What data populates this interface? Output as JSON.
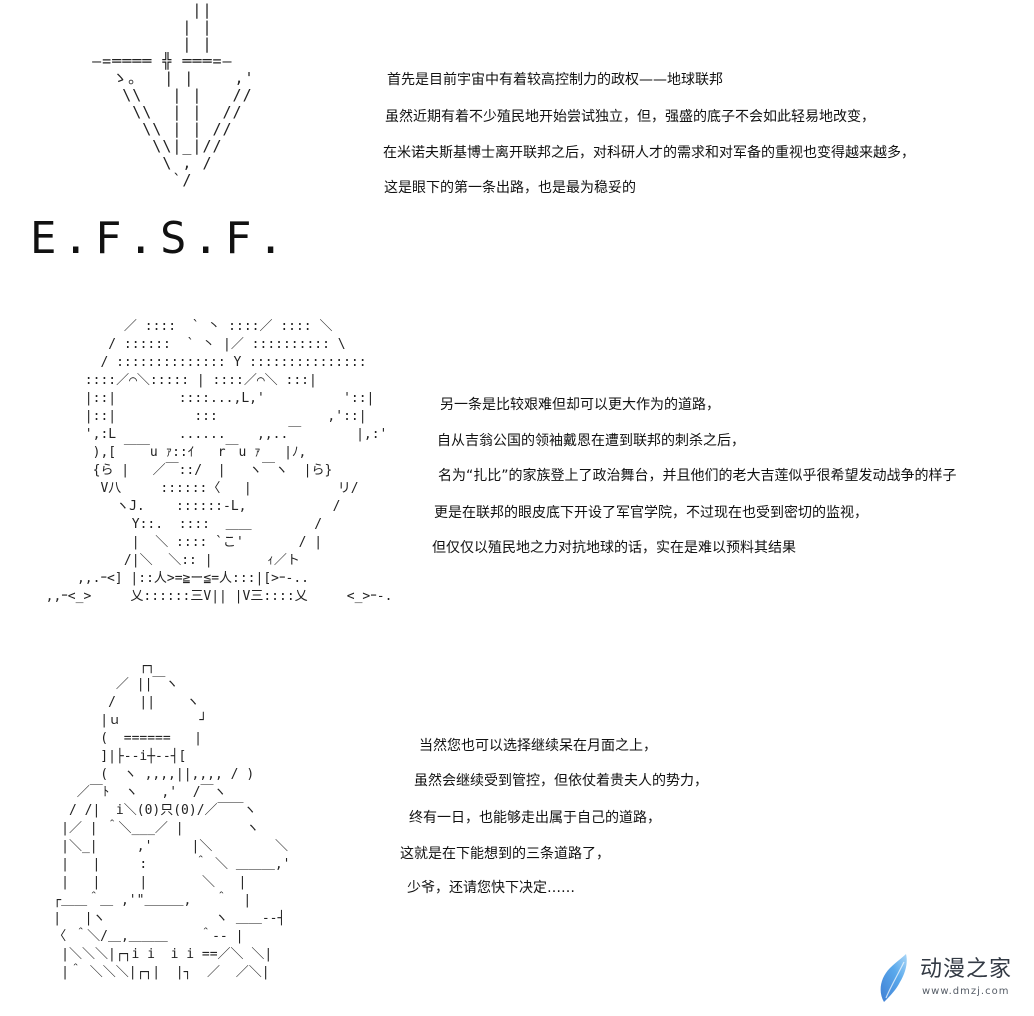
{
  "panel1": {
    "logo_text": "E.F.S.F.",
    "ascii_art": "              ||\n             | |\n             | |\n    —=════ ╬ ═══=—\n      ゝ。  | |    ,'\n       \\\\   | |   //\n        \\\\  | |  //\n         \\\\ | | //\n          \\\\|_|//\n           \\ , /\n            `/",
    "lines": [
      "首先是目前宇宙中有着较高控制力的政权——地球联邦",
      "虽然近期有着不少殖民地开始尝试独立，但，强盛的底子不会如此轻易地改变，",
      "在米诺夫斯基博士离开联邦之后，对科研人才的需求和对军备的重视也变得越来越多，",
      "这是眼下的第一条出路，也是最为稳妥的"
    ]
  },
  "panel2": {
    "ascii_art": "            ／ ::::  ` 丶 ::::／ :::: ＼\n          / ::::::  ` 丶 |／ :::::::::: \\\n         / :::::::::::::: Y :::::::::::::::\n       ::::／⌒＼::::: | ::::／⌒＼ :::|\n       |::|        ::::...,L,'          '::|\n       |::|          :::              ,'::|\n       ',:L        ......    ,,..￣       |,:'\n        ),[ ￣￣u ｧ::ｲ   r￣u ｧ   |ﾉ,\n        {ら |   ／￣::/  |   ヽ￣ヽ  |ら}\n         V八     ::::::〈   |           リ/\n           ヽJ.    ::::::-L,           /\n             Y::.  ::::  ＿＿        /\n             |  ＼ :::: `こ'       / |\n            /|＼  ＼:: |       ｨ／ト\n      ,,.ｰ<] |::人>=≧ー≦=人:::|[>ｰ-..\n  ,,ｰ<_>     乂::::::三V|| |V三::::乂     <_>ｰ-.",
    "lines": [
      "另一条是比较艰难但却可以更大作为的道路，",
      "自从吉翁公国的领袖戴恩在遭到联邦的刺杀之后，",
      "名为“扎比”的家族登上了政治舞台，并且他们的老大吉莲似乎很希望发动战争的样子",
      "更是在联邦的眼皮底下开设了军官学院，不过现在也受到密切的监视，",
      "但仅仅以殖民地之力对抗地球的话，实在是难以预料其结果"
    ]
  },
  "panel3": {
    "ascii_art": "               ┌┐\n            ／ ||￣ヽ\n           /   ||    ヽ\n          |ｕ          ┘\n          (  ======   |\n          ]|├--i┼--┤[\n          (  ヽ ,,,,||,,,, / )\n       ／￣ﾄ  ヽ   ,'  /￣ヽ\n      / /|  i＼(0)只(0)/／￣￣ヽ\n     |／ | ＾＼___／ |        ヽ\n     |＼_|     ,'     |＼        ＼\n     |   |     :      ＾ ＼ ＿＿＿,'\n     |   |     |       ＼   |\n    ┌＿＿＾＿ ,'\"＿＿＿,   ＾  |\n    |   |ヽ              ヽ ＿＿--┤\n    〈 ＾＼/＿,＿＿＿    ＾-- |\n     |＼＼＼|┌┐i i  i i ==／＼ ＼|\n     |＾ ＼＼＼|┌┐|  |┐  ／  ／＼|",
    "lines": [
      "当然您也可以选择继续呆在月面之上，",
      "虽然会继续受到管控，但依仗着贵夫人的势力，",
      "终有一日，也能够走出属于自己的道路，",
      "这就是在下能想到的三条道路了，",
      "少爷，还请您快下决定……"
    ]
  },
  "watermark": {
    "title": "动漫之家",
    "url": "www.dmzj.com",
    "accent_color": "#4a9fe0"
  }
}
